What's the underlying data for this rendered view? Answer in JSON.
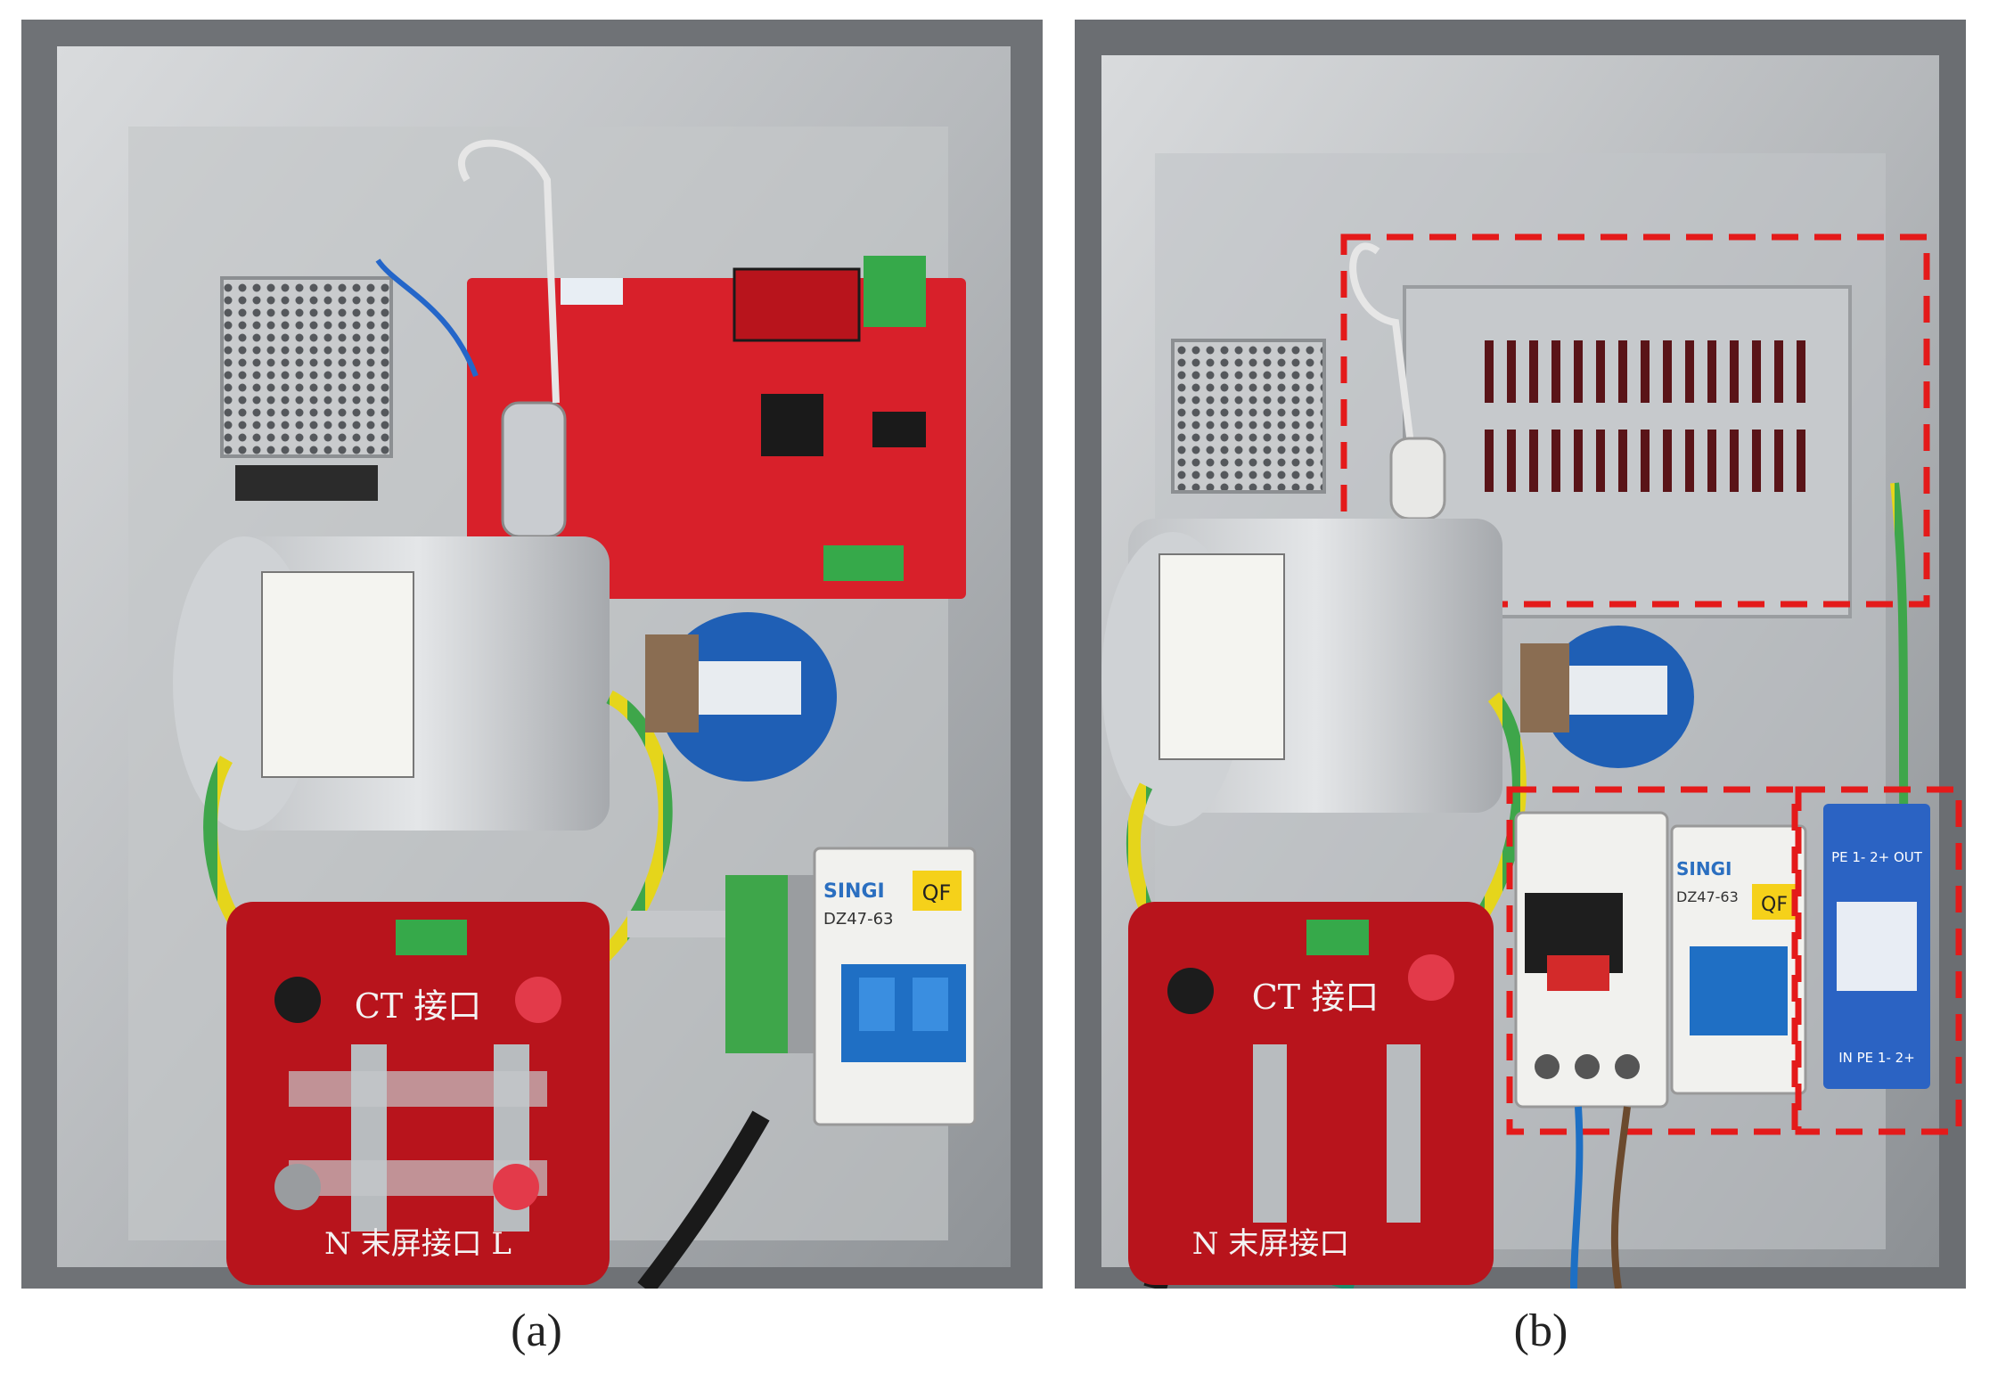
{
  "figure": {
    "panel_a": {
      "caption": "(a)",
      "ct_board_title": "CT 接口",
      "screen_label": "N  末屏接口  L",
      "breaker_brand": "SINGI",
      "breaker_model": "DZ47-63",
      "breaker_tag": "QF"
    },
    "panel_b": {
      "caption": "(b)",
      "ct_board_title": "CT 接口",
      "screen_label": "N  末屏接口",
      "breaker_brand": "SINGI",
      "breaker_model": "DZ47-63",
      "breaker_tag": "QF",
      "spd_top_label": "PE 1- 2+ OUT",
      "spd_bottom_label": "IN PE 1- 2+"
    }
  },
  "colors": {
    "pcb_red": "#d8202a",
    "ct_board_red": "#b8141c",
    "breaker_blue": "#1f6fc4",
    "highlight_dash": "#e41a1a",
    "enclosure_steel": "#b9bcbf"
  }
}
